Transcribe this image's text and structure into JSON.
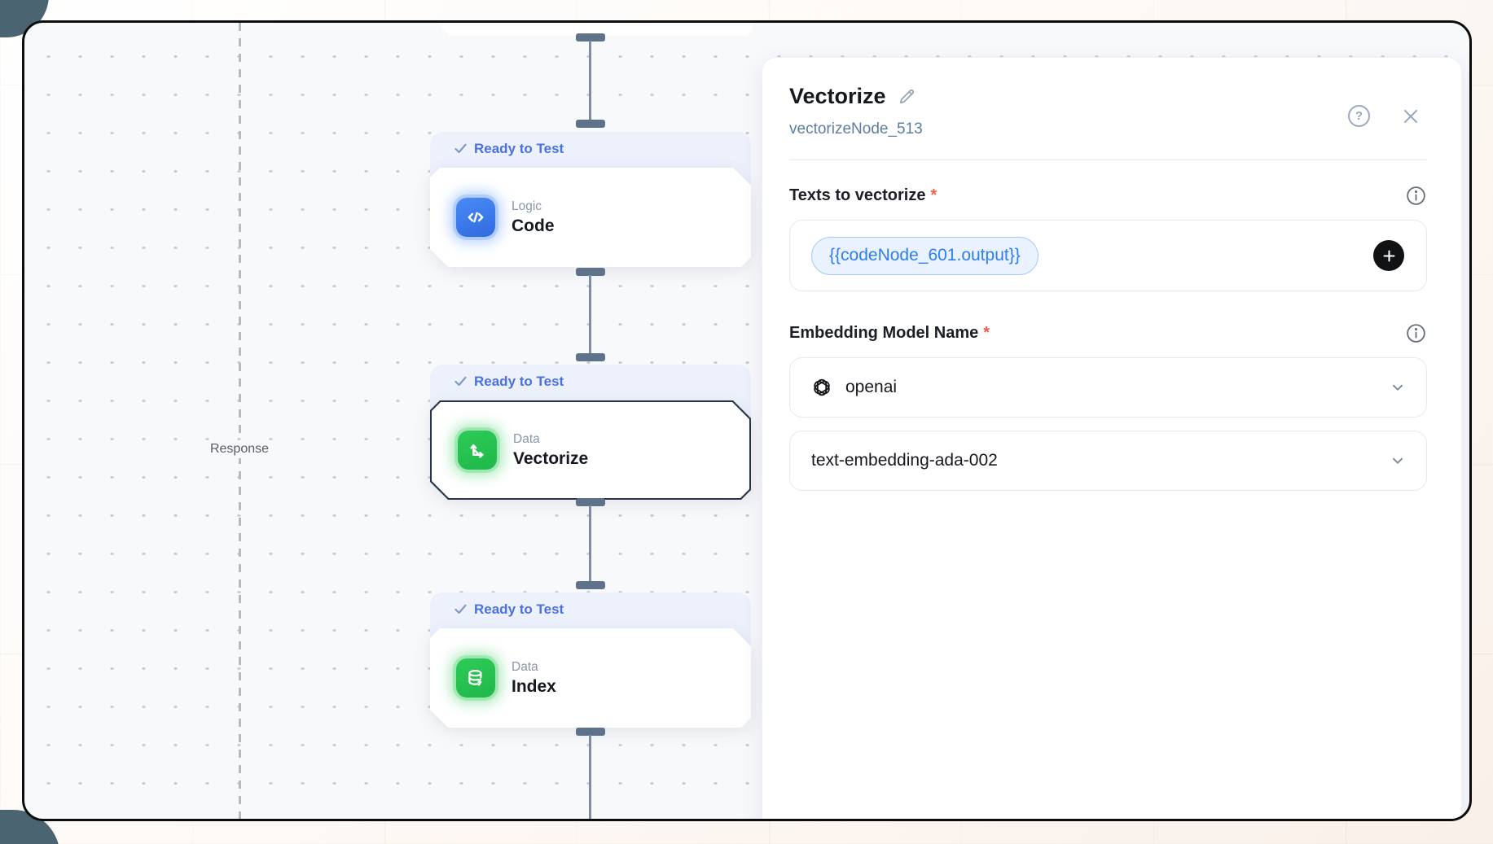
{
  "canvas": {
    "response_label": "Response",
    "nodes": [
      {
        "status": "Ready to Test",
        "category": "Logic",
        "title": "Code",
        "icon": "code-icon",
        "color": "blue",
        "selected": false
      },
      {
        "status": "Ready to Test",
        "category": "Data",
        "title": "Vectorize",
        "icon": "vectorize-icon",
        "color": "green",
        "selected": true
      },
      {
        "status": "Ready to Test",
        "category": "Data",
        "title": "Index",
        "icon": "database-icon",
        "color": "green",
        "selected": false
      }
    ]
  },
  "panel": {
    "title": "Vectorize",
    "node_id": "vectorizeNode_513",
    "help_label": "?",
    "fields": {
      "texts": {
        "label": "Texts to vectorize",
        "required": "*",
        "chip_value": "{{codeNode_601.output}}"
      },
      "model": {
        "label": "Embedding Model Name",
        "required": "*",
        "provider_value": "openai",
        "model_value": "text-embedding-ada-002"
      }
    },
    "icons": [
      "pencil-icon",
      "help-icon",
      "close-icon",
      "info-icon",
      "plus-icon",
      "chevron-down-icon",
      "openai-logo"
    ]
  },
  "colors": {
    "accent_blue": "#2e7ef0",
    "node_blue": "#3e7df0",
    "node_green": "#27c450",
    "status_text": "#4a70e2",
    "required_asterisk": "#ef5e4e",
    "connector": "#64788f",
    "frame_border": "#0d0d0d",
    "canvas_bg": "#f8f9fb"
  }
}
